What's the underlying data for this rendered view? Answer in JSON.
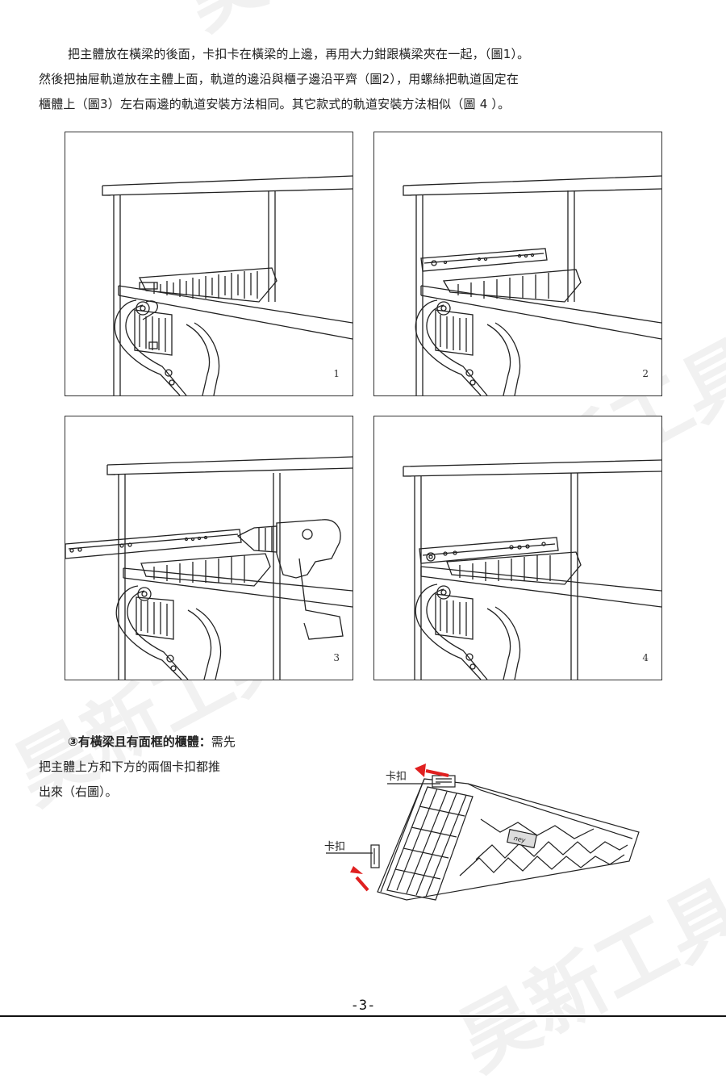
{
  "intro": {
    "lines": [
      "把主體放在橫梁的後面，卡扣卡在橫梁的上邊，再用大力鉗跟橫梁夾在一起，（圖1）。",
      "然後把抽屉軌道放在主體上面，軌道的邊沿與櫃子邊沿平齊（圖2），用螺絲把軌道固定在",
      "櫃體上（圖3）左右兩邊的軌道安裝方法相同。其它款式的軌道安裝方法相似（圖 4 ）。"
    ]
  },
  "figures": [
    {
      "number": "1"
    },
    {
      "number": "2"
    },
    {
      "number": "3"
    },
    {
      "number": "4"
    }
  ],
  "section3": {
    "title": "③有橫梁且有面框的櫃體：",
    "lines": [
      "需先",
      "把主體上方和下方的兩個卡扣都推",
      "出來（右圖）。"
    ]
  },
  "diagram": {
    "clip_label_top": "卡扣",
    "clip_label_bottom": "卡扣",
    "logo_text": "ney",
    "arrow_color": "#e02020"
  },
  "watermark": "昊新工具",
  "page_number": "-3-"
}
